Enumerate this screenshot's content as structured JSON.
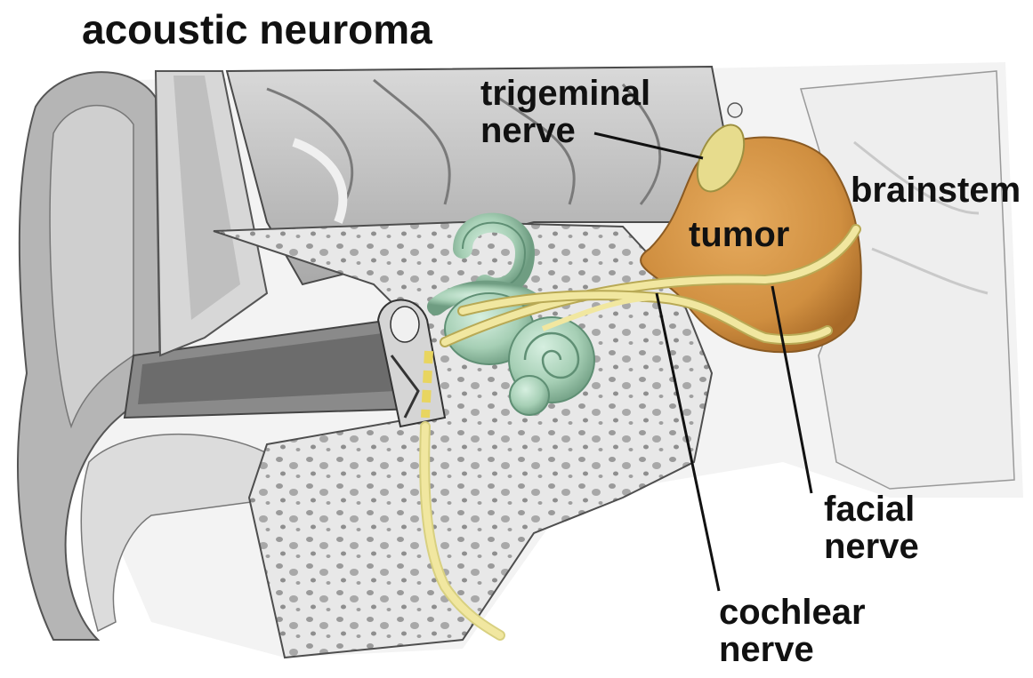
{
  "title": "acoustic neuroma",
  "labels": {
    "trigeminal": [
      "trigeminal",
      "nerve"
    ],
    "brainstem": "brainstem",
    "tumor": "tumor",
    "facial": [
      "facial",
      "nerve"
    ],
    "cochlear": [
      "cochlear",
      "nerve"
    ]
  },
  "colors": {
    "tumor": "#d99a4a",
    "tumor_edge": "#8a5a22",
    "nerve": "#f1e7a0",
    "nerve_edge": "#b8a955",
    "inner_ear": "#a8d2b8",
    "inner_ear_edge": "#5f8f74",
    "bone": "#e6e6e6",
    "soft_tissue": "#bdbdbd",
    "text": "#111111"
  }
}
